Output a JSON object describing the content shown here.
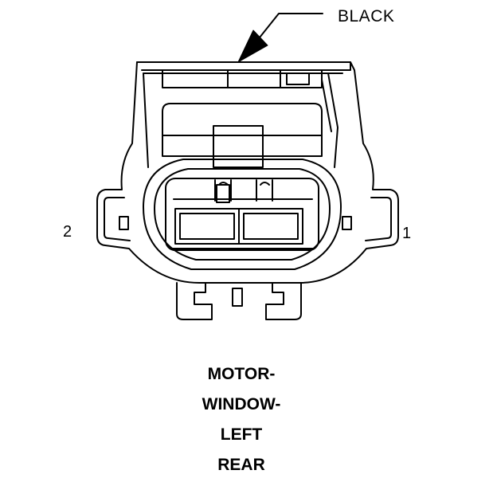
{
  "connector": {
    "color_label": "BLACK",
    "pin_labels": {
      "left": "2",
      "right": "1"
    },
    "caption_lines": [
      "MOTOR-",
      "WINDOW-",
      "LEFT",
      "REAR"
    ]
  },
  "colors": {
    "line": "#000000",
    "background": "#ffffff"
  },
  "icons": {
    "arrow": "leader-arrow-icon"
  }
}
